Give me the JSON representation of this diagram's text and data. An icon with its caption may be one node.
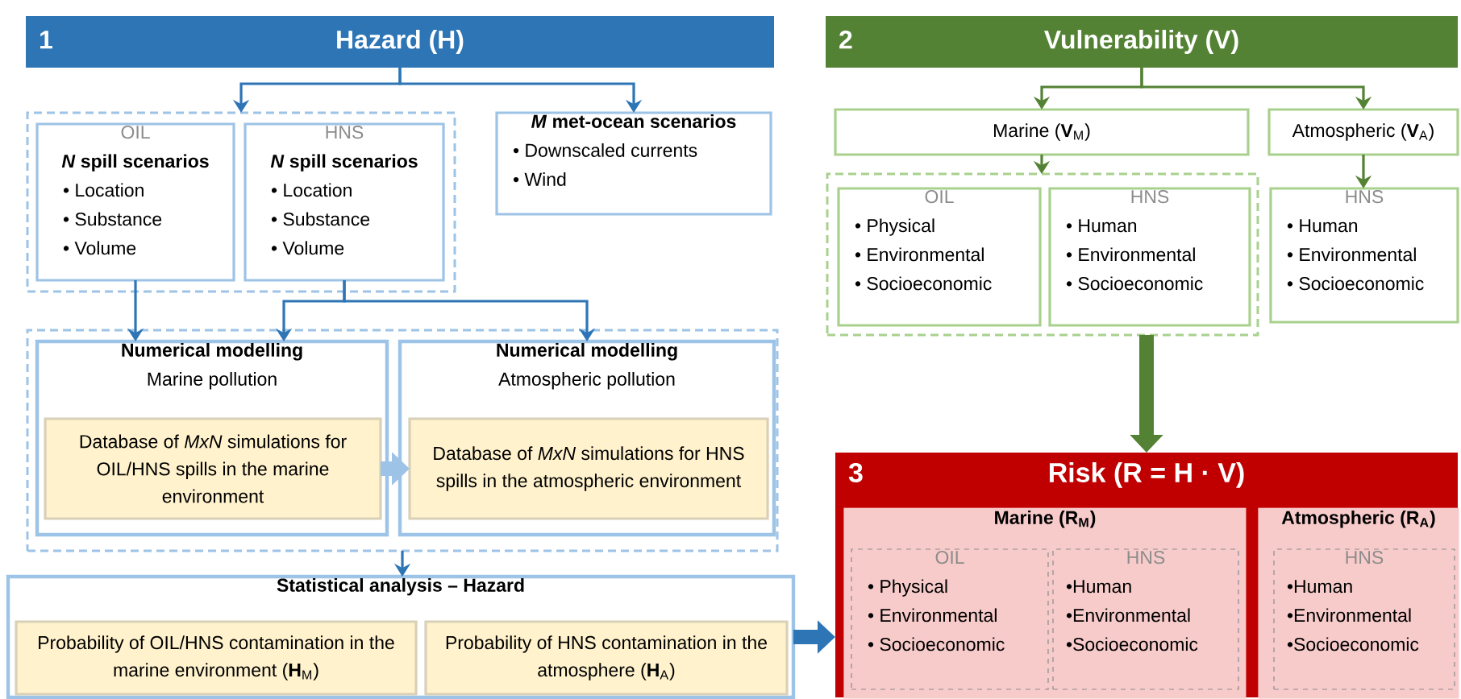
{
  "diagram": {
    "nodes": [
      {
        "text": [
          "1",
          "Hazard (H)"
        ]
      },
      {
        "text": [],
        "shape": "box"
      },
      {
        "text": [
          "OIL",
          "*N* spill scenarios",
          "• Location",
          "• Substance",
          "• Volume"
        ],
        "in": 1
      },
      {
        "text": [
          "HNS",
          "*N* spill scenarios",
          "• Location",
          "• Substance",
          "• Volume"
        ],
        "in": 1
      },
      {
        "text": [
          "*M* met-ocean scenarios",
          "• Downscaled currents",
          "• Wind"
        ]
      },
      {
        "text": [],
        "shape": "box"
      },
      {
        "text": [
          "Numerical modelling",
          "Marine pollution"
        ],
        "in": 5
      },
      {
        "text": [
          "Database of *MxN* simulations for OIL/HNS spills in the marine environment"
        ],
        "in": 6
      },
      {
        "text": [
          "Numerical modelling",
          "Atmospheric pollution"
        ],
        "in": 5
      },
      {
        "text": [
          "Database of *MxN* simulations for HNS spills in the atmospheric environment"
        ],
        "in": 8
      },
      {
        "text": [
          "Statistical analysis – Hazard"
        ]
      },
      {
        "text": [
          "Probability of OIL/HNS contamination in the marine environment (**H**$_{M}$)"
        ],
        "in": 10
      },
      {
        "text": [
          "Probability of HNS contamination in the atmosphere (**H**$_{A}$)"
        ],
        "in": 10
      },
      {
        "text": [
          "2",
          "Vulnerability (V)"
        ]
      },
      {
        "text": [
          "Marine (**V**$_{M}$)"
        ]
      },
      {
        "text": [
          "Atmospheric (**V**$_{A}$)"
        ]
      },
      {
        "text": [],
        "shape": "box"
      },
      {
        "text": [
          "OIL",
          "• Physical",
          "• Environmental",
          "• Socioeconomic"
        ],
        "in": 16
      },
      {
        "text": [
          "HNS",
          "• Human",
          "• Environmental",
          "• Socioeconomic"
        ],
        "in": 16
      },
      {
        "text": [
          "HNS",
          "• Human",
          "• Environmental",
          "• Socioeconomic"
        ]
      },
      {
        "text": [
          "3",
          "Risk (R = H · V)"
        ]
      },
      {
        "text": [
          "Marine (R$_{M}$)"
        ],
        "in": 20
      },
      {
        "text": [
          "OIL",
          "• Physical",
          "• Environmental",
          "• Socioeconomic"
        ],
        "in": 21
      },
      {
        "text": [
          "HNS",
          "•Human",
          "•Environmental",
          "•Socioeconomic"
        ],
        "in": 21
      },
      {
        "text": [
          "Atmospheric (R$_{A}$)"
        ],
        "in": 20
      },
      {
        "text": [
          "HNS",
          "•Human",
          "•Environmental",
          "•Socioeconomic"
        ],
        "in": 24
      }
    ],
    "edges": [
      {
        "from": 0,
        "to": 1,
        "arrow": "to"
      },
      {
        "from": 0,
        "to": 4,
        "arrow": "to"
      },
      {
        "from": 2,
        "to": 6,
        "arrow": "to"
      },
      {
        "from": 3,
        "to": 6,
        "arrow": "to"
      },
      {
        "from": 3,
        "to": 8,
        "arrow": "to"
      },
      {
        "from": 7,
        "to": 9,
        "arrow": "to",
        "style": "thick",
        "color": "#9dc3e6"
      },
      {
        "from": 5,
        "to": 10,
        "arrow": "to"
      },
      {
        "from": 10,
        "to": 20,
        "arrow": "to",
        "style": "thick"
      },
      {
        "from": 13,
        "to": 14,
        "arrow": "to",
        "color": "#548235"
      },
      {
        "from": 13,
        "to": 15,
        "arrow": "to",
        "color": "#548235"
      },
      {
        "from": 14,
        "to": 16,
        "arrow": "to",
        "color": "#548235"
      },
      {
        "from": 15,
        "to": 19,
        "arrow": "to",
        "color": "#548235"
      },
      {
        "from": 16,
        "to": 20,
        "arrow": "to",
        "style": "thick",
        "color": "#548235"
      }
    ]
  }
}
